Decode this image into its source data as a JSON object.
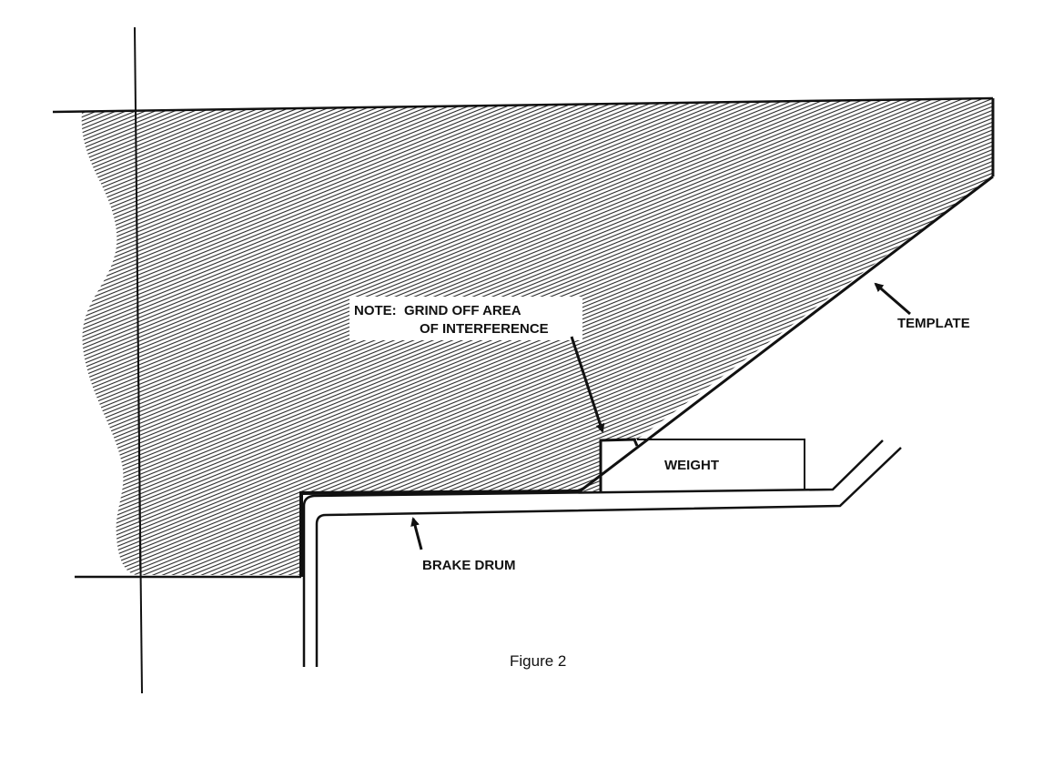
{
  "labels": {
    "note_line1": "NOTE:  GRIND OFF AREA",
    "note_line2": "OF INTERFERENCE",
    "template": "TEMPLATE",
    "weight": "WEIGHT",
    "brake_drum": "BRAKE DRUM"
  },
  "caption": "Figure 2",
  "colors": {
    "ink": "#111111",
    "paper": "#ffffff"
  }
}
